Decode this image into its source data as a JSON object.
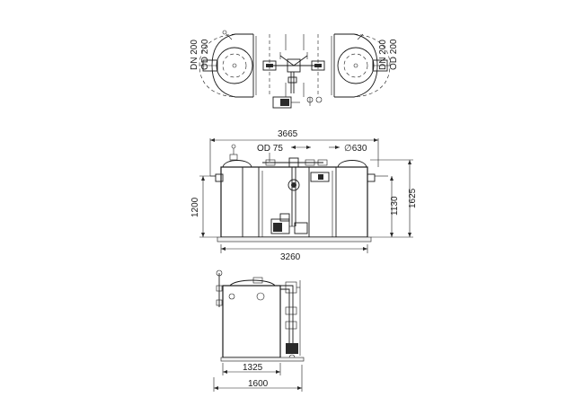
{
  "drawing": {
    "plan_view": {
      "left_pipe": {
        "dn": "DN 200",
        "od": "OD 200"
      },
      "right_pipe": {
        "dn": "DN 200",
        "od": "OD 200"
      }
    },
    "front_view": {
      "overall_width": "3665",
      "tank_width": "3260",
      "pipe_label": "OD 75",
      "manhole_label": "∅630",
      "height_inlet": "1200",
      "height_outlet": "1130",
      "height_total": "1625"
    },
    "side_view": {
      "tank_width": "1325",
      "overall_width": "1600"
    }
  }
}
